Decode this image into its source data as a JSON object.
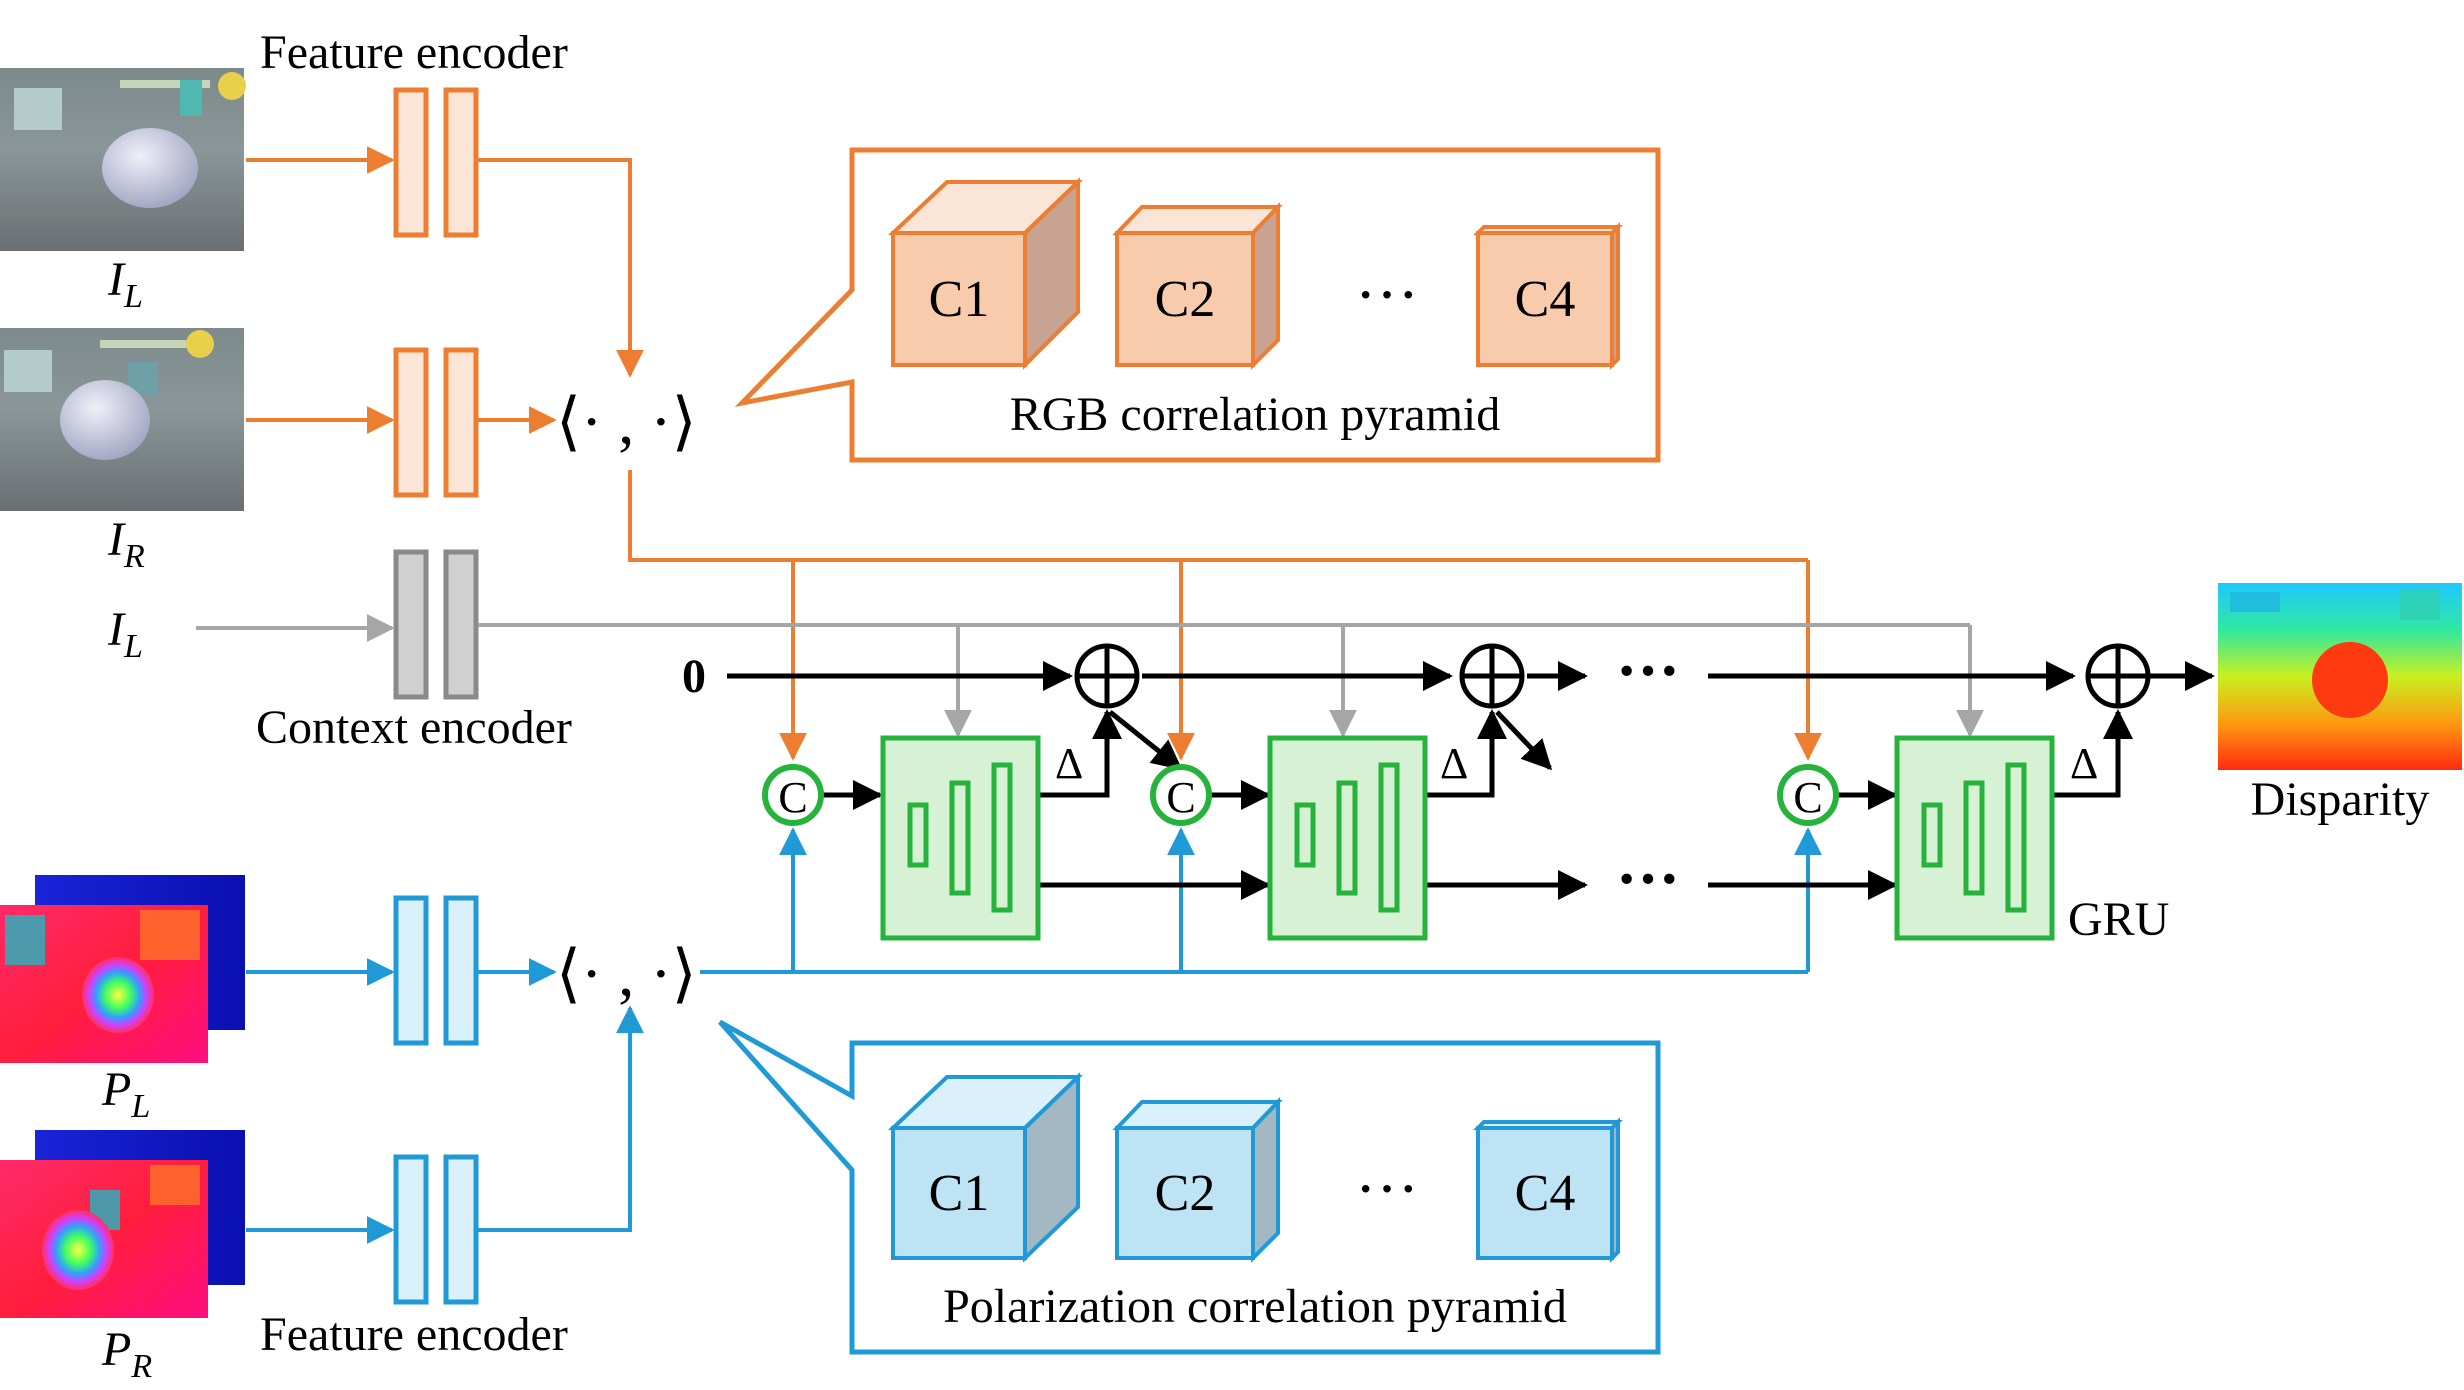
{
  "labels": {
    "feature_encoder_top": "Feature encoder",
    "feature_encoder_bottom": "Feature encoder",
    "context_encoder": "Context encoder",
    "il_image": "I",
    "il_sub": "L",
    "ir_image": "I",
    "ir_sub": "R",
    "il_context": "I",
    "il_context_sub": "L",
    "pl_image": "P",
    "pl_sub": "L",
    "pr_image": "P",
    "pr_sub": "R",
    "disparity": "Disparity",
    "gru": "GRU",
    "zero": "0",
    "delta": "Δ",
    "concat": "C",
    "corr_op": "⟨· , ·⟩",
    "ellipsis": "···"
  },
  "rgb_pyramid": {
    "title": "RGB correlation pyramid",
    "levels": [
      "C1",
      "C2",
      "C4"
    ],
    "ellipsis": "···"
  },
  "pol_pyramid": {
    "title": "Polarization correlation pyramid",
    "levels": [
      "C1",
      "C2",
      "C4"
    ],
    "ellipsis": "···"
  },
  "colors": {
    "orange": "#ED7D31",
    "orange_fill": "#FBE5D6",
    "cube_orange_face": "#F8CBAD",
    "cube_orange_side": "#C9A392",
    "blue": "#1F9AD6",
    "blue_fill": "#DAF0FA",
    "cube_blue_face": "#BDE3F5",
    "cube_blue_side": "#A3B8C2",
    "gray": "#A6A6A6",
    "gray_fill": "#D0D0D0",
    "green": "#25B33C",
    "green_fill": "#D6F1D4",
    "black": "#000000"
  }
}
